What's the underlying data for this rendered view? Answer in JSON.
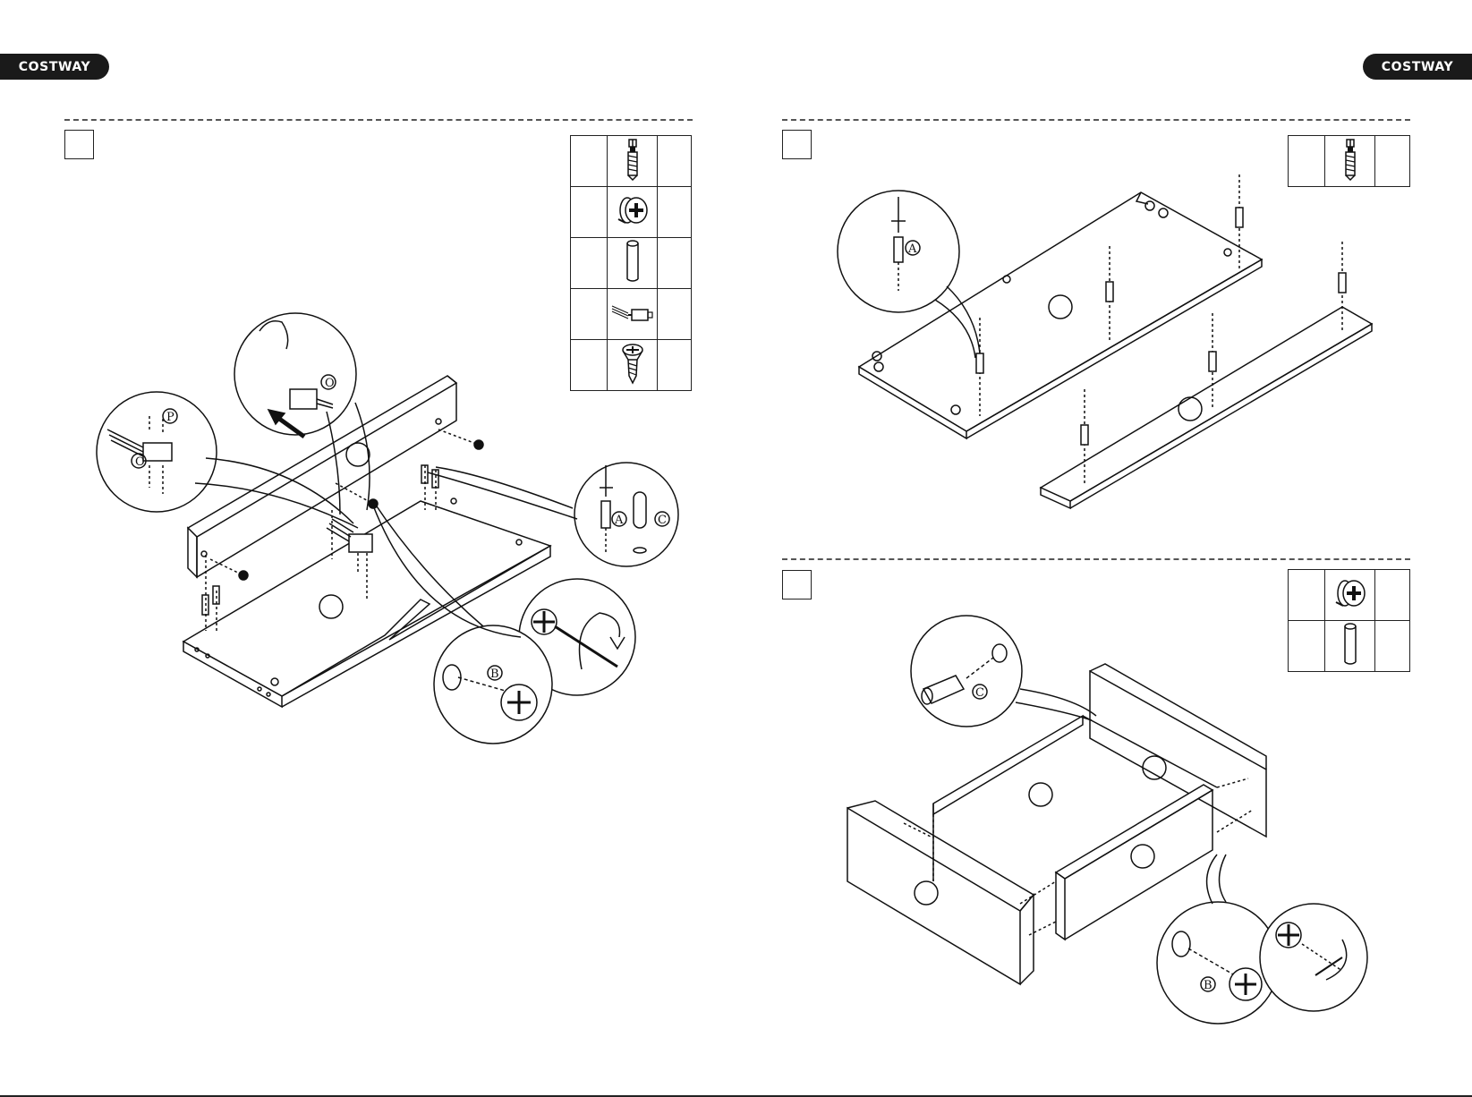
{
  "brand": {
    "name": "COSTWAY"
  },
  "labels": {
    "A": "A",
    "B": "B",
    "C": "C",
    "O": "O",
    "P": "P"
  },
  "icons": {
    "cam_bolt": "cam-bolt-icon",
    "cam_lock": "cam-lock-icon",
    "dowel": "wooden-dowel-icon",
    "connector": "electrical-connector-icon",
    "screw": "screw-icon"
  },
  "colors": {
    "ink": "#111111",
    "brand_bg": "#1a1a1a",
    "brand_text": "#ffffff"
  }
}
